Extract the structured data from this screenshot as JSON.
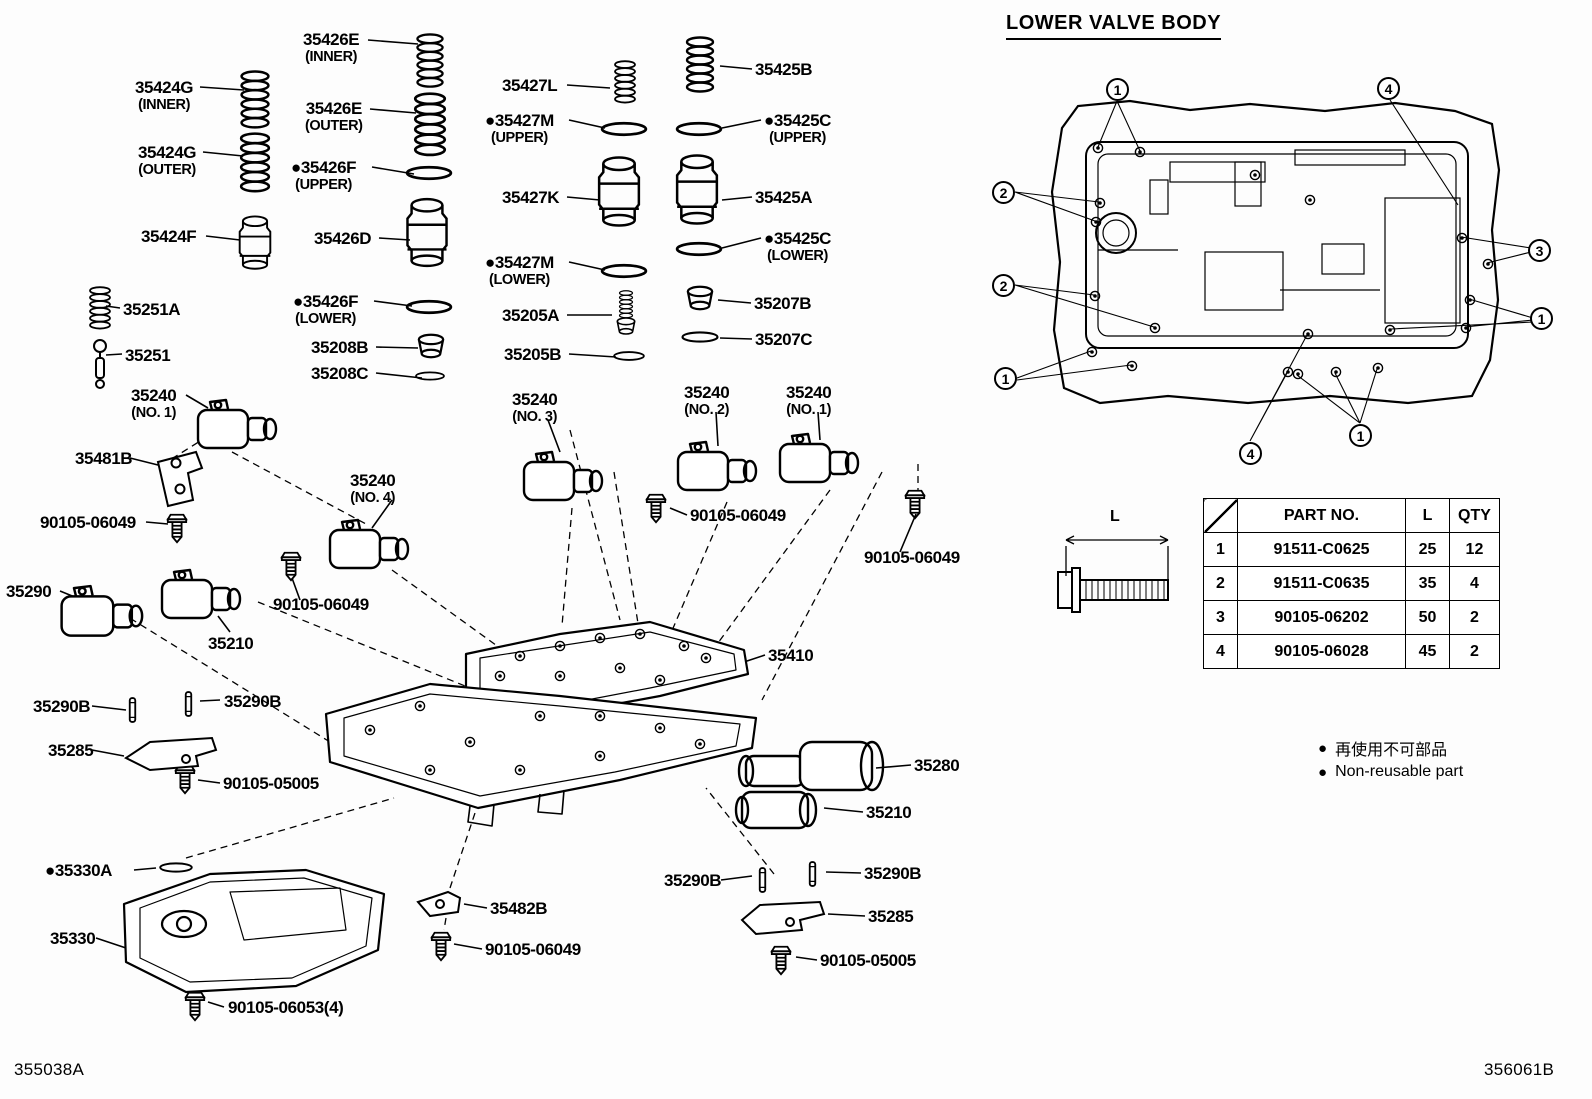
{
  "title": "LOWER VALVE BODY",
  "part_labels": [
    {
      "text": "35426E",
      "sub": "(INNER)"
    },
    {
      "text": "35424G",
      "sub": "(INNER)"
    },
    {
      "text": "35426E",
      "sub": "(OUTER)"
    },
    {
      "text": "35424G",
      "sub": "(OUTER)"
    },
    {
      "text": "●35426F",
      "sub": "(UPPER)"
    },
    {
      "text": "35424F"
    },
    {
      "text": "35426D"
    },
    {
      "text": "●35426F",
      "sub": "(LOWER)"
    },
    {
      "text": "35251A"
    },
    {
      "text": "35251"
    },
    {
      "text": "35208B"
    },
    {
      "text": "35208C"
    },
    {
      "text": "35427L"
    },
    {
      "text": "●35427M",
      "sub": "(UPPER)"
    },
    {
      "text": "35427K"
    },
    {
      "text": "●35427M",
      "sub": "(LOWER)"
    },
    {
      "text": "35205A"
    },
    {
      "text": "35205B"
    },
    {
      "text": "35425B"
    },
    {
      "text": "●35425C",
      "sub": "(UPPER)"
    },
    {
      "text": "35425A"
    },
    {
      "text": "●35425C",
      "sub": "(LOWER)"
    },
    {
      "text": "35207B"
    },
    {
      "text": "35207C"
    },
    {
      "text": "35240",
      "sub": "(NO. 1)"
    },
    {
      "text": "35481B"
    },
    {
      "text": "90105-06049"
    },
    {
      "text": "35240",
      "sub": "(NO. 4)"
    },
    {
      "text": "90105-06049"
    },
    {
      "text": "35290"
    },
    {
      "text": "35210"
    },
    {
      "text": "35240",
      "sub": "(NO. 3)"
    },
    {
      "text": "90105-06049"
    },
    {
      "text": "35240",
      "sub": "(NO. 2)"
    },
    {
      "text": "35240",
      "sub": "(NO. 1)"
    },
    {
      "text": "90105-06049"
    },
    {
      "text": "35290B"
    },
    {
      "text": "35290B"
    },
    {
      "text": "35285"
    },
    {
      "text": "90105-05005"
    },
    {
      "text": "35410"
    },
    {
      "text": "35280"
    },
    {
      "text": "35210"
    },
    {
      "text": "●35330A"
    },
    {
      "text": "35330"
    },
    {
      "text": "35482B"
    },
    {
      "text": "90105-06049"
    },
    {
      "text": "90105-06053(4)"
    },
    {
      "text": "35290B"
    },
    {
      "text": "35290B"
    },
    {
      "text": "35285"
    },
    {
      "text": "90105-05005"
    }
  ],
  "callouts": [
    "1",
    "4",
    "2",
    "2",
    "3",
    "1",
    "1",
    "4",
    "1"
  ],
  "fastener_table": {
    "headers": [
      "PART NO.",
      "L",
      "QTY"
    ],
    "rows": [
      {
        "num": "1",
        "part": "91511-C0625",
        "l": "25",
        "qty": "12"
      },
      {
        "num": "2",
        "part": "91511-C0635",
        "l": "35",
        "qty": "4"
      },
      {
        "num": "3",
        "part": "90105-06202",
        "l": "50",
        "qty": "2"
      },
      {
        "num": "4",
        "part": "90105-06028",
        "l": "45",
        "qty": "2"
      }
    ]
  },
  "fastener_diagram": {
    "dim_label": "L"
  },
  "legend": [
    {
      "bullet": "●",
      "text": "再使用不可部品"
    },
    {
      "bullet": "●",
      "text": "Non-reusable part"
    }
  ],
  "footer": {
    "left": "355038A",
    "right": "356061B"
  }
}
